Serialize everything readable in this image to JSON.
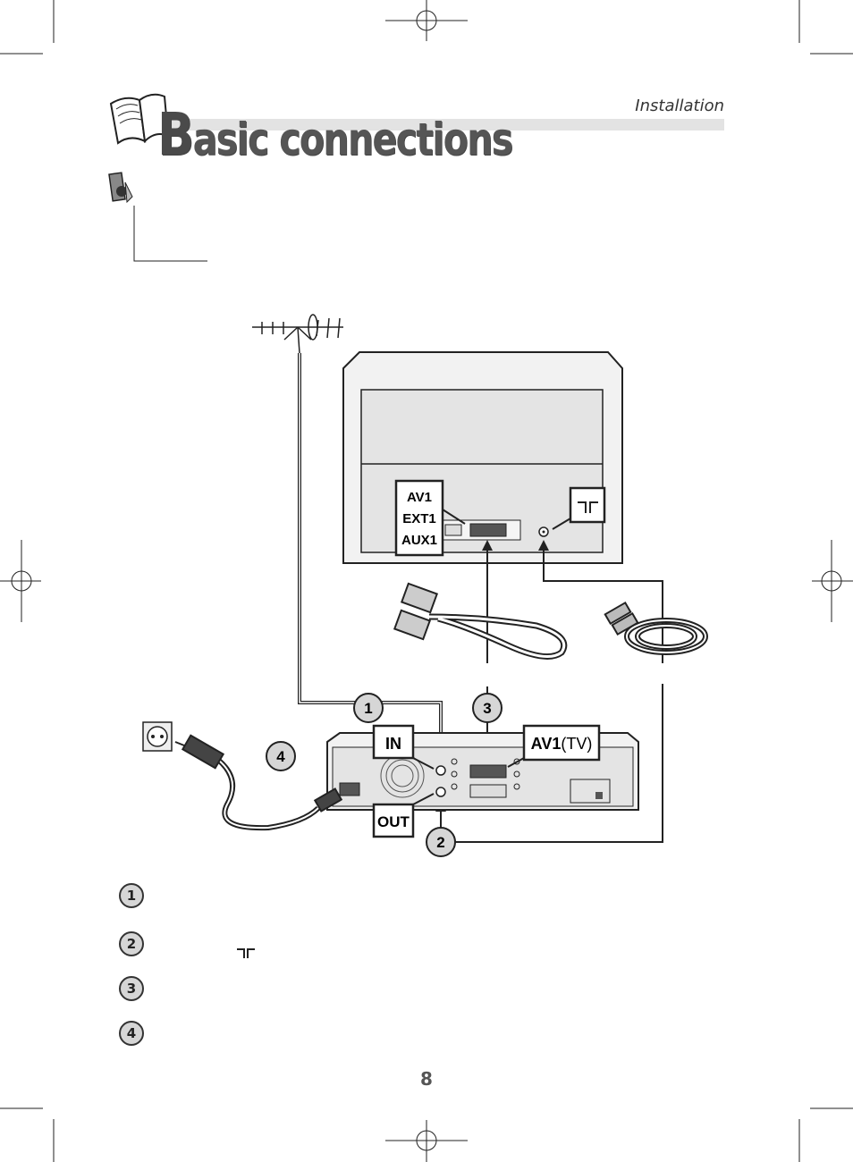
{
  "header": {
    "section": "Installation",
    "title_initial": "B",
    "title_rest": "asic connections"
  },
  "diagram": {
    "tv_labels": {
      "scart_line1": "AV1",
      "scart_line2": "EXT1",
      "scart_line3": "AUX1",
      "antenna_symbol": "┐┌"
    },
    "vcr_labels": {
      "in": "IN",
      "out": "OUT",
      "av1_bold": "AV1",
      "av1_suffix": "(TV)"
    },
    "callouts": [
      "1",
      "2",
      "3",
      "4"
    ]
  },
  "legend": {
    "markers": [
      "1",
      "2",
      "3",
      "4"
    ],
    "antenna_symbol": "┐┌"
  },
  "footer": {
    "page_number": "8"
  }
}
